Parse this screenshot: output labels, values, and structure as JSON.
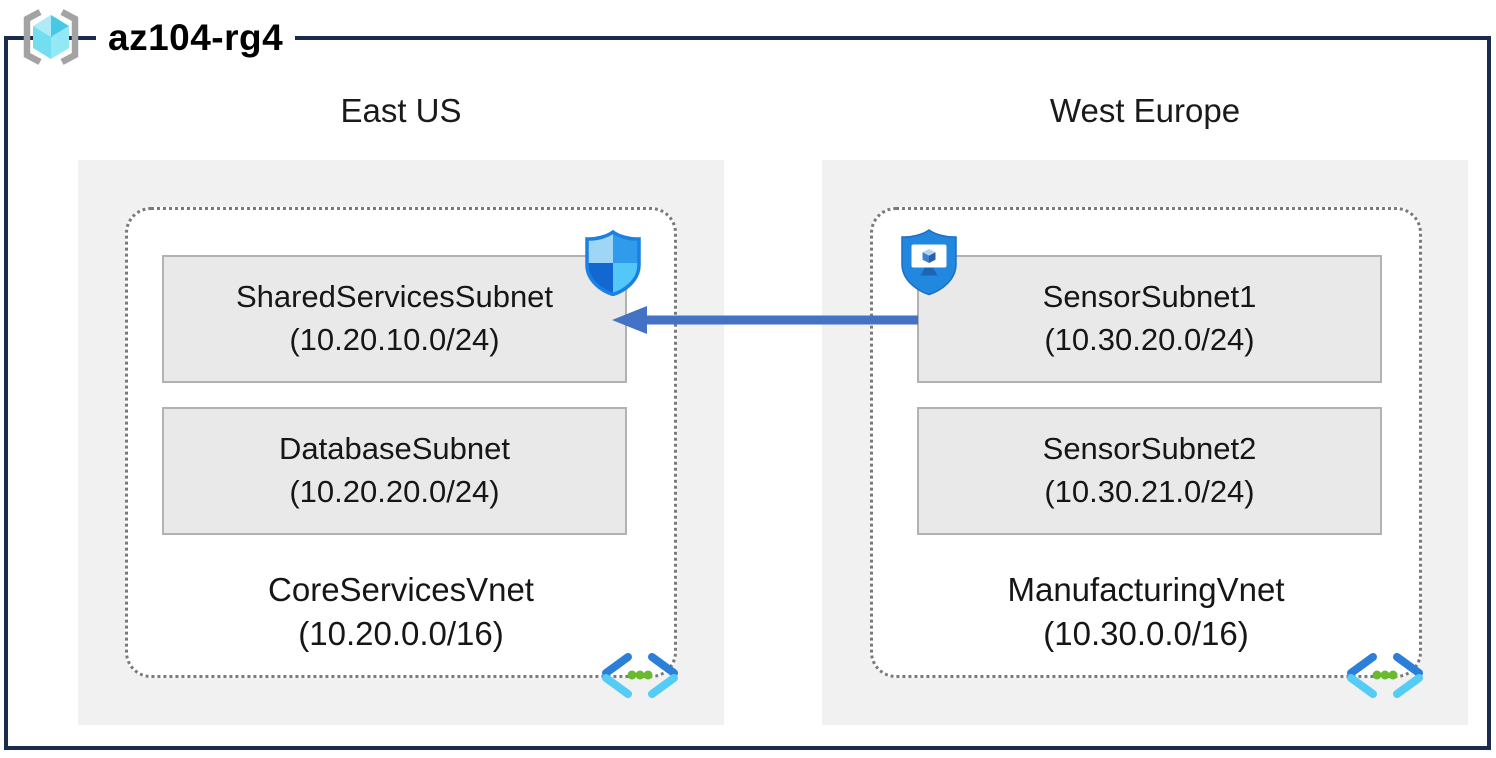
{
  "resource_group": {
    "label": "az104-rg4"
  },
  "regions": [
    {
      "name": "East US",
      "vnet_name": "CoreServicesVnet",
      "vnet_cidr": "(10.20.0.0/16)",
      "subnets": [
        {
          "name": "SharedServicesSubnet",
          "cidr": "(10.20.10.0/24)"
        },
        {
          "name": "DatabaseSubnet",
          "cidr": "(10.20.20.0/24)"
        }
      ]
    },
    {
      "name": "West Europe",
      "vnet_name": "ManufacturingVnet",
      "vnet_cidr": "(10.30.0.0/16)",
      "subnets": [
        {
          "name": "SensorSubnet1",
          "cidr": "(10.30.20.0/24)"
        },
        {
          "name": "SensorSubnet2",
          "cidr": "(10.30.21.0/24)"
        }
      ]
    }
  ],
  "connections": [
    {
      "from": "SensorSubnet1",
      "to": "SharedServicesSubnet",
      "direction": "left"
    }
  ],
  "icons": {
    "resource_group": "resource-group-cube-in-brackets",
    "left_subnet_badge": "defender-shield-quadrants",
    "right_subnet_badge": "shield-with-monitor-cube",
    "vnet_corner": "virtual-network-chevrons-dots"
  },
  "colors": {
    "frame_navy": "#1b2b4d",
    "arrow_blue": "#4472c4",
    "region_bg": "#f1f1f1",
    "subnet_bg": "#e9e9e9",
    "subnet_border": "#b2b2b2",
    "vnet_dotted_border": "#7a7a7a",
    "vnet_chevron_blue": "#2b7fd9",
    "vnet_chevron_cyan": "#55ccf5",
    "vnet_dot_green": "#6aba2f",
    "shield_outline_blue": "#1b80e4",
    "bastion_shield_blue": "#2287de",
    "rg_cube_cyan": "#47c8e4"
  }
}
